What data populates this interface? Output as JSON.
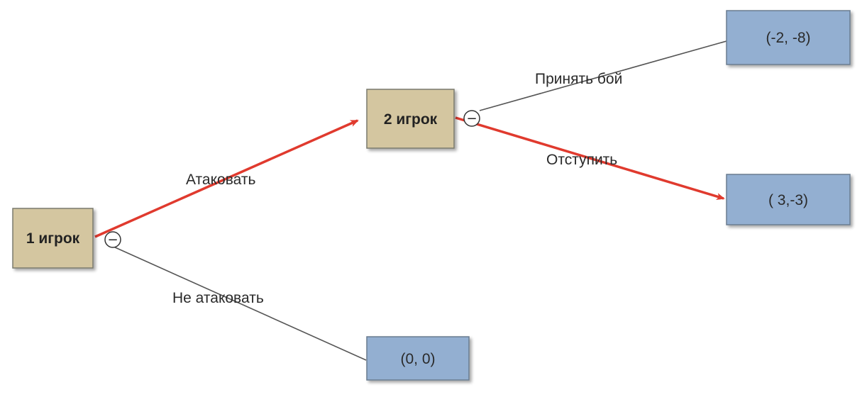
{
  "diagram": {
    "colors": {
      "player_fill": "#d4c6a0",
      "player_stroke": "#7a7a6e",
      "outcome_fill": "#93afd1",
      "outcome_stroke": "#6a7c90",
      "edge": "#555555",
      "highlight": "#e03a2e",
      "shadow": "#b8b8b8"
    },
    "nodes": {
      "player1": {
        "label": "1 игрок"
      },
      "player2": {
        "label": "2 игрок"
      },
      "outcome_accept": {
        "label": "(-2, -8)"
      },
      "outcome_retreat": {
        "label": "( 3,-3)"
      },
      "outcome_noattack": {
        "label": "(0, 0)"
      }
    },
    "edges": {
      "attack": {
        "label": "Атаковать",
        "highlighted": true
      },
      "no_attack": {
        "label": "Не атаковать",
        "highlighted": false
      },
      "accept": {
        "label": "Принять бой",
        "highlighted": false
      },
      "retreat": {
        "label": "Отступить",
        "highlighted": true
      }
    },
    "collapse_symbol": "−"
  }
}
